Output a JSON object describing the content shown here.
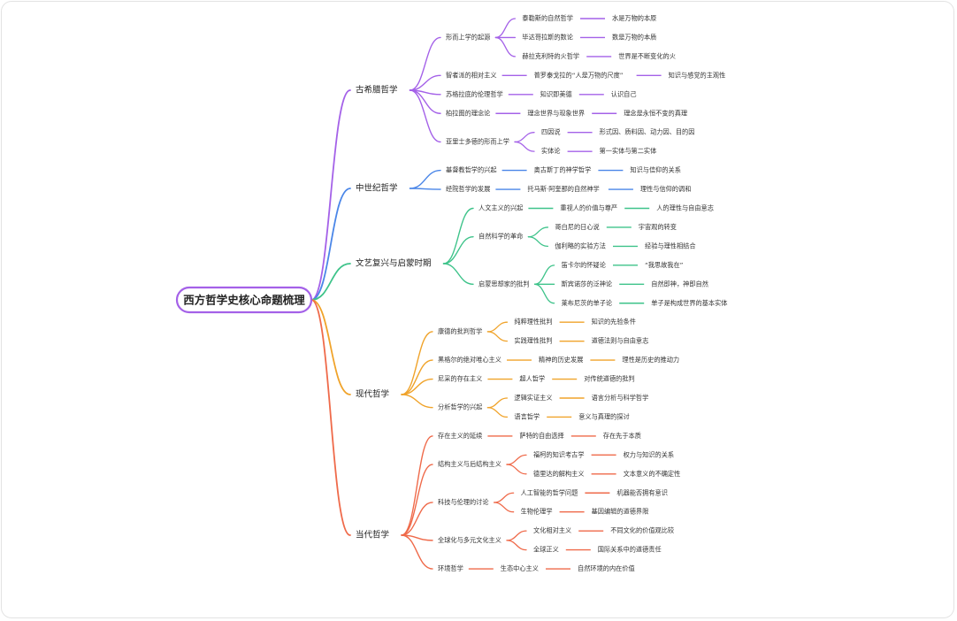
{
  "root": {
    "label": "西方哲学史核心命题梳理",
    "color": "#a461e8"
  },
  "branches": [
    {
      "label": "古希腊哲学",
      "color": "#a461e8",
      "children": [
        {
          "label": "形而上学的起源",
          "children": [
            {
              "label": "泰勒斯的自然哲学",
              "children": [
                {
                  "label": "水是万物的本原"
                }
              ]
            },
            {
              "label": "毕达哥拉斯的数论",
              "children": [
                {
                  "label": "数是万物的本质"
                }
              ]
            },
            {
              "label": "赫拉克利特的火哲学",
              "children": [
                {
                  "label": "世界是不断变化的火"
                }
              ]
            }
          ]
        },
        {
          "label": "智者派的相对主义",
          "children": [
            {
              "label": "普罗泰戈拉的“人是万物的尺度”",
              "children": [
                {
                  "label": "知识与感觉的主观性"
                }
              ]
            }
          ]
        },
        {
          "label": "苏格拉底的伦理哲学",
          "children": [
            {
              "label": "知识即美德",
              "children": [
                {
                  "label": "认识自己"
                }
              ]
            }
          ]
        },
        {
          "label": "柏拉图的理念论",
          "children": [
            {
              "label": "理念世界与现象世界",
              "children": [
                {
                  "label": "理念是永恒不变的真理"
                }
              ]
            }
          ]
        },
        {
          "label": "亚里士多德的形而上学",
          "children": [
            {
              "label": "四因说",
              "children": [
                {
                  "label": "形式因、质料因、动力因、目的因"
                }
              ]
            },
            {
              "label": "实体论",
              "children": [
                {
                  "label": "第一实体与第二实体"
                }
              ]
            }
          ]
        }
      ]
    },
    {
      "label": "中世纪哲学",
      "color": "#4a86e8",
      "children": [
        {
          "label": "基督教哲学的兴起",
          "children": [
            {
              "label": "奥古斯丁的神学哲学",
              "children": [
                {
                  "label": "知识与信仰的关系"
                }
              ]
            }
          ]
        },
        {
          "label": "经院哲学的发展",
          "children": [
            {
              "label": "托马斯·阿奎那的自然神学",
              "children": [
                {
                  "label": "理性与信仰的调和"
                }
              ]
            }
          ]
        }
      ]
    },
    {
      "label": "文艺复兴与启蒙时期",
      "color": "#3ec38a",
      "children": [
        {
          "label": "人文主义的兴起",
          "children": [
            {
              "label": "重视人的价值与尊严",
              "children": [
                {
                  "label": "人的理性与自由意志"
                }
              ]
            }
          ]
        },
        {
          "label": "自然科学的革命",
          "children": [
            {
              "label": "哥白尼的日心说",
              "children": [
                {
                  "label": "宇宙观的转变"
                }
              ]
            },
            {
              "label": "伽利略的实验方法",
              "children": [
                {
                  "label": "经验与理性相结合"
                }
              ]
            }
          ]
        },
        {
          "label": "启蒙思想家的批判",
          "children": [
            {
              "label": "笛卡尔的怀疑论",
              "children": [
                {
                  "label": "“我思故我在”"
                }
              ]
            },
            {
              "label": "斯宾诺莎的泛神论",
              "children": [
                {
                  "label": "自然即神，神即自然"
                }
              ]
            },
            {
              "label": "莱布尼茨的单子论",
              "children": [
                {
                  "label": "单子是构成世界的基本实体"
                }
              ]
            }
          ]
        }
      ]
    },
    {
      "label": "现代哲学",
      "color": "#f0a32a",
      "children": [
        {
          "label": "康德的批判哲学",
          "children": [
            {
              "label": "纯粹理性批判",
              "children": [
                {
                  "label": "知识的先验条件"
                }
              ]
            },
            {
              "label": "实践理性批判",
              "children": [
                {
                  "label": "道德法则与自由意志"
                }
              ]
            }
          ]
        },
        {
          "label": "黑格尔的绝对唯心主义",
          "children": [
            {
              "label": "精神的历史发展",
              "children": [
                {
                  "label": "理性是历史的推动力"
                }
              ]
            }
          ]
        },
        {
          "label": "尼采的存在主义",
          "children": [
            {
              "label": "超人哲学",
              "children": [
                {
                  "label": "对传统道德的批判"
                }
              ]
            }
          ]
        },
        {
          "label": "分析哲学的兴起",
          "children": [
            {
              "label": "逻辑实证主义",
              "children": [
                {
                  "label": "语言分析与科学哲学"
                }
              ]
            },
            {
              "label": "语言哲学",
              "children": [
                {
                  "label": "意义与真理的探讨"
                }
              ]
            }
          ]
        }
      ]
    },
    {
      "label": "当代哲学",
      "color": "#ef6a4a",
      "children": [
        {
          "label": "存在主义的延续",
          "children": [
            {
              "label": "萨特的自由选择",
              "children": [
                {
                  "label": "存在先于本质"
                }
              ]
            }
          ]
        },
        {
          "label": "结构主义与后结构主义",
          "children": [
            {
              "label": "福柯的知识考古学",
              "children": [
                {
                  "label": "权力与知识的关系"
                }
              ]
            },
            {
              "label": "德里达的解构主义",
              "children": [
                {
                  "label": "文本意义的不确定性"
                }
              ]
            }
          ]
        },
        {
          "label": "科技与伦理的讨论",
          "children": [
            {
              "label": "人工智能的哲学问题",
              "children": [
                {
                  "label": "机器能否拥有意识"
                }
              ]
            },
            {
              "label": "生物伦理学",
              "children": [
                {
                  "label": "基因编辑的道德界限"
                }
              ]
            }
          ]
        },
        {
          "label": "全球化与多元文化主义",
          "children": [
            {
              "label": "文化相对主义",
              "children": [
                {
                  "label": "不同文化的价值观比较"
                }
              ]
            },
            {
              "label": "全球正义",
              "children": [
                {
                  "label": "国际关系中的道德责任"
                }
              ]
            }
          ]
        },
        {
          "label": "环境哲学",
          "children": [
            {
              "label": "生态中心主义",
              "children": [
                {
                  "label": "自然环境的内在价值"
                }
              ]
            }
          ]
        }
      ]
    }
  ]
}
